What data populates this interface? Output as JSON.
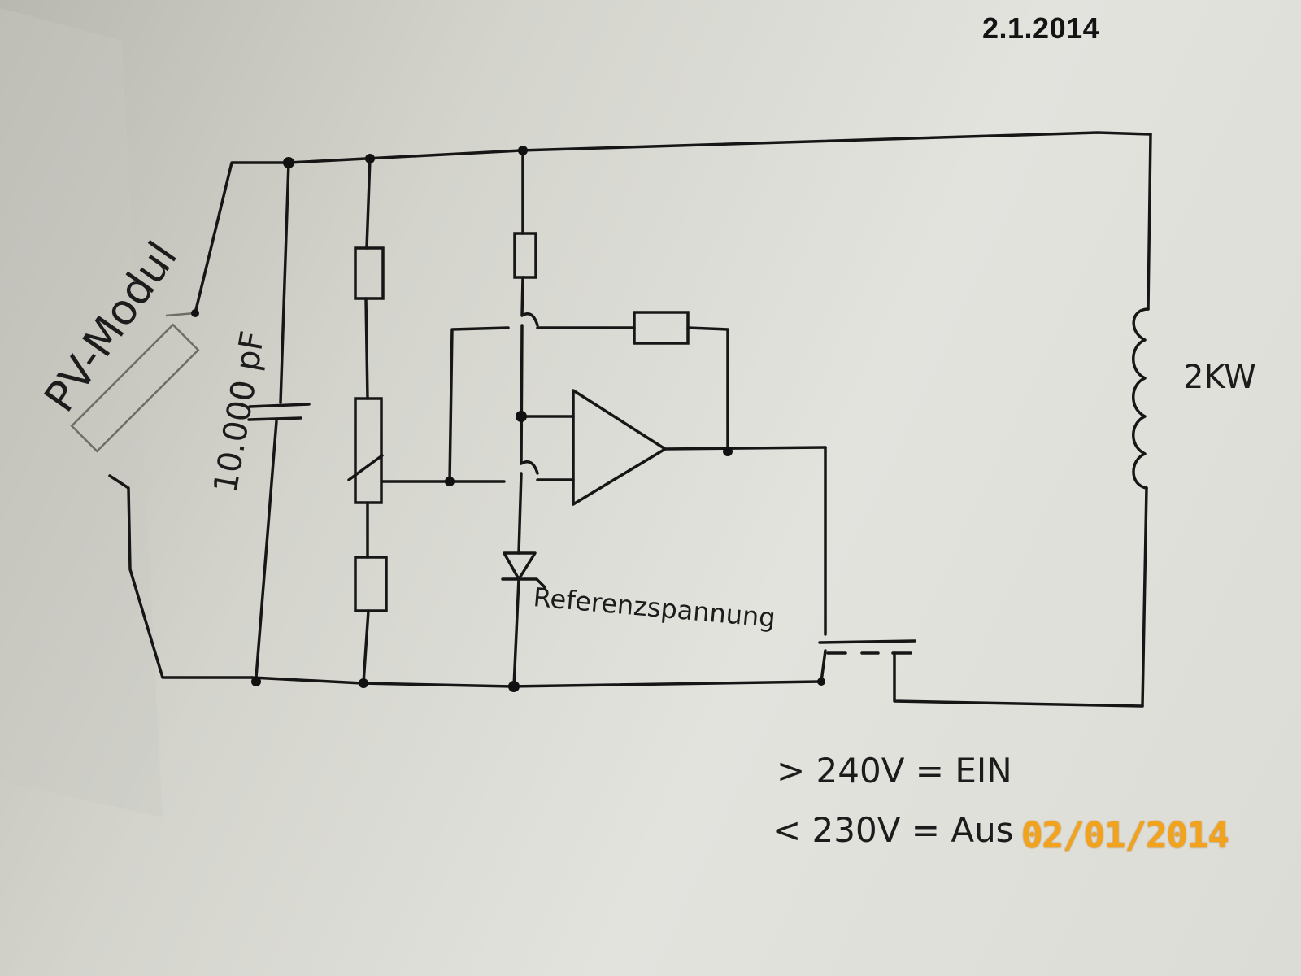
{
  "header": {
    "date": "2.1.2014"
  },
  "camera_stamp": "02/01/2014",
  "labels": {
    "pv_module": "PV-Modul",
    "capacitor": "10.000 pF",
    "load": "2KW",
    "reference": "Referenzspannung",
    "rule_on": "> 240V = EIN",
    "rule_off": "< 230V = Aus"
  },
  "colors": {
    "ink": "#161616",
    "paper": "#e3e3de",
    "stamp": "#f3a21b"
  }
}
